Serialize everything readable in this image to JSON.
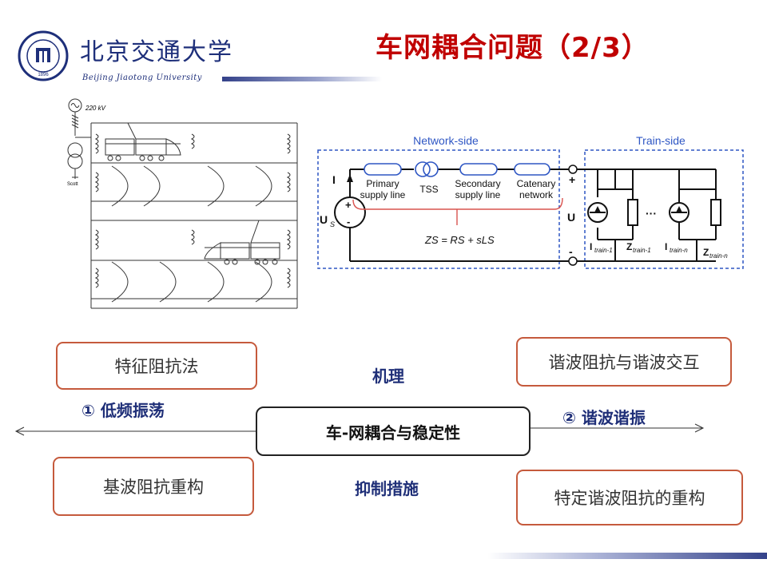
{
  "header": {
    "university_cn": "北京交通大学",
    "university_en": "Beijing Jiaotong University",
    "title": "车网耦合问题（2/3）",
    "logo_year": "1896",
    "colors": {
      "title": "#c00000",
      "brand": "#1e2f7a"
    }
  },
  "railway_diagram": {
    "voltage": "220 kV",
    "transformer_label": "Scott",
    "icons": [
      "ac-source-icon",
      "transformer-icon",
      "train-icon",
      "train-icon"
    ]
  },
  "circuit": {
    "network_side_label": "Network-side",
    "train_side_label": "Train-side",
    "current_label": "I",
    "source_label": "U",
    "source_sub": "S",
    "voltage_label": "U",
    "plus": "+",
    "minus": "-",
    "primary": [
      "Primary",
      "supply line"
    ],
    "tss": "TSS",
    "secondary": [
      "Secondary",
      "supply line"
    ],
    "catenary": [
      "Catenary",
      "network"
    ],
    "zs_formula": "ZS = RS + sLS",
    "ellipsis": "···",
    "train1_current": "I",
    "train1_current_sub": "train-1",
    "train1_impedance": "Z",
    "train1_impedance_sub": "train-1",
    "trainn_current": "I",
    "trainn_current_sub": "train-n",
    "trainn_impedance": "Z",
    "trainn_impedance_sub": "train-n",
    "colors": {
      "dashed_box": "#2f57c4",
      "bracket": "#d9534f",
      "tube": "#2f57c4"
    }
  },
  "concept_map": {
    "center": "车-网耦合与稳定性",
    "top_left": "特征阻抗法",
    "bottom_left": "基波阻抗重构",
    "top_right": "谐波阻抗与谐波交互",
    "bottom_right": "特定谐波阻抗的重构",
    "mechanism": "机理",
    "suppression": "抑制措施",
    "left_arrow_label": "① 低频振荡",
    "right_arrow_label": "② 谐波谐振",
    "colors": {
      "box_border": "#c55a3c",
      "label": "#1f2f78"
    }
  }
}
